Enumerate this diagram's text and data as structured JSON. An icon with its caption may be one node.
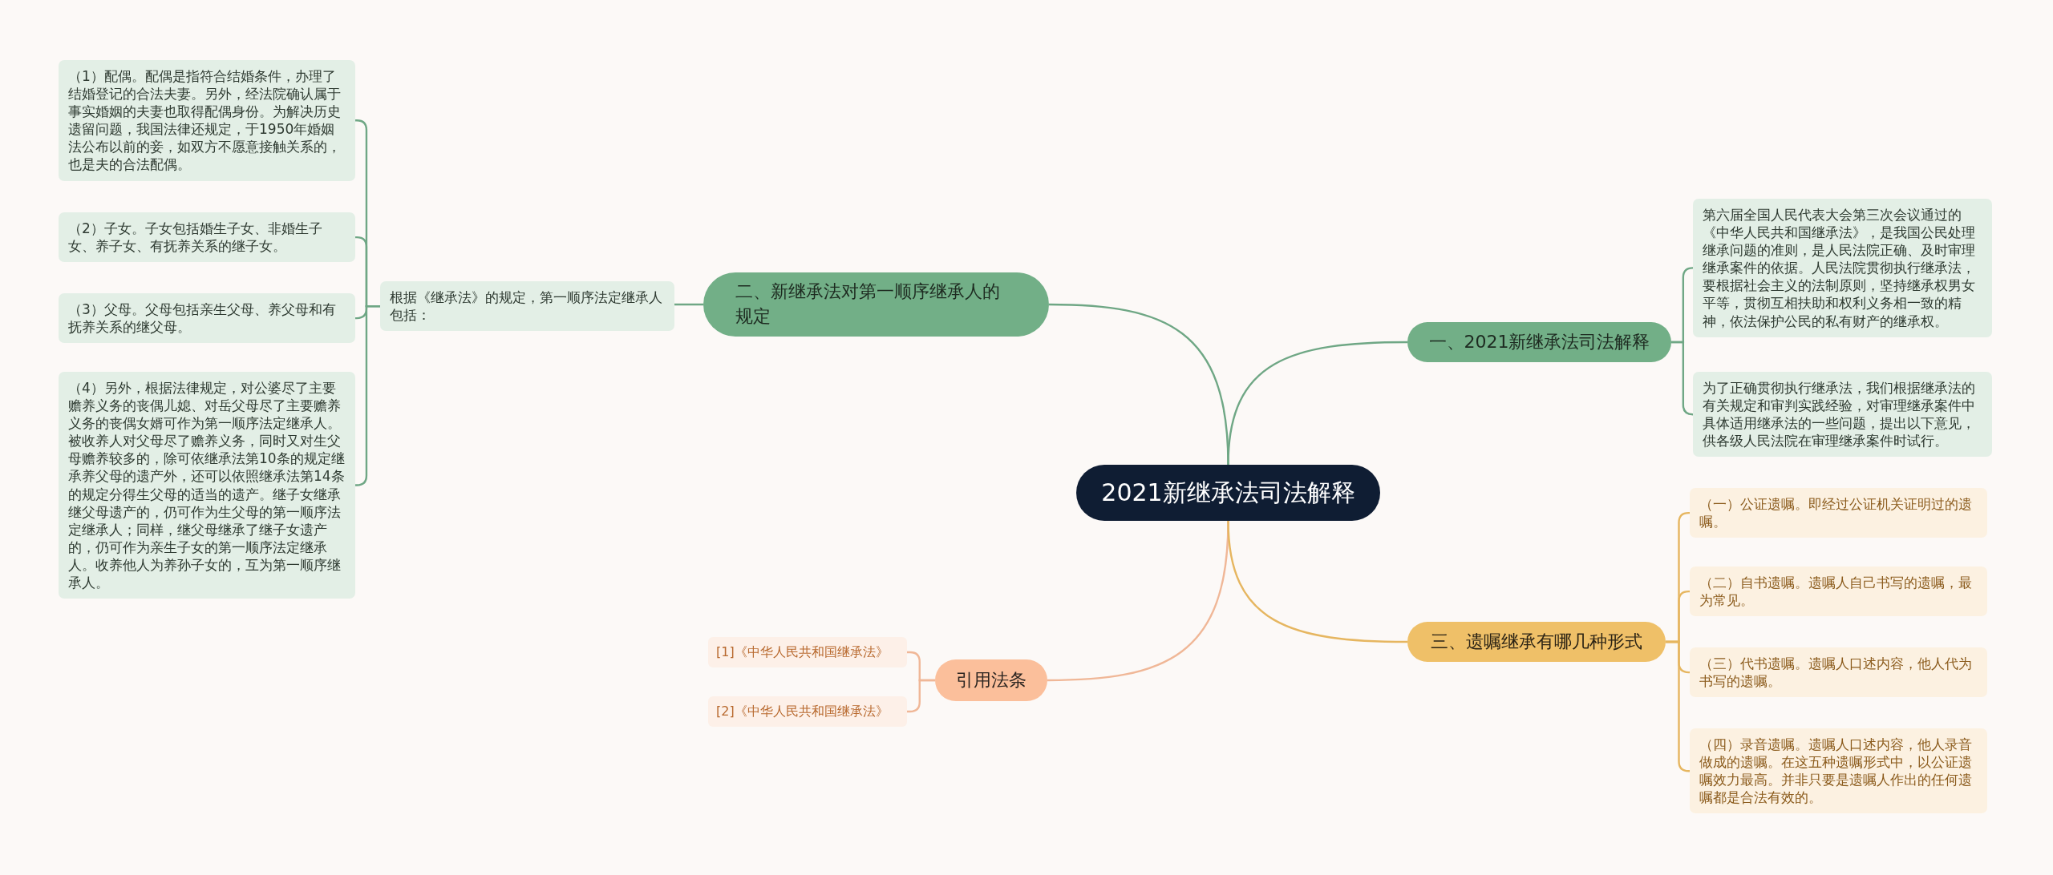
{
  "diagram": {
    "nodes": [
      {
        "text": [
          "2021新继承法司法解释"
        ]
      },
      {
        "text": [
          "二、新继承法对第一顺序继承人的规定"
        ]
      },
      {
        "text": [
          "根据《继承法》的规定，第一顺序法定继承人包括："
        ]
      },
      {
        "text": [
          "（1）配偶。配偶是指符合结婚条件，办理了结婚登记的合法夫妻。另外，经法院确认属于事实婚姻的夫妻也取得配偶身份。为解决历史遗留问题，我国法律还规定，于1950年婚姻法公布以前的妾，如双方不愿意接触关系的，也是夫的合法配偶。"
        ]
      },
      {
        "text": [
          "（2）子女。子女包括婚生子女、非婚生子女、养子女、有抚养关系的继子女。"
        ]
      },
      {
        "text": [
          "（3）父母。父母包括亲生父母、养父母和有抚养关系的继父母。"
        ]
      },
      {
        "text": [
          "（4）另外，根据法律规定，对公婆尽了主要赡养义务的丧偶儿媳、对岳父母尽了主要赡养义务的丧偶女婿可作为第一顺序法定继承人。被收养人对父母尽了赡养义务，同时又对生父母赡养较多的，除可依继承法第10条的规定继承养父母的遗产外，还可以依照继承法第14条的规定分得生父母的适当的遗产。继子女继承继父母遗产的，仍可作为生父母的第一顺序法定继承人；同样，继父母继承了继子女遗产的，仍可作为亲生子女的第一顺序法定继承人。收养他人为养孙子女的，互为第一顺序继承人。"
        ]
      },
      {
        "text": [
          "引用法条"
        ]
      },
      {
        "text": [
          "[1]《中华人民共和国继承法》"
        ]
      },
      {
        "text": [
          "[2]《中华人民共和国继承法》"
        ]
      },
      {
        "text": [
          "一、2021新继承法司法解释"
        ]
      },
      {
        "text": [
          "第六届全国人民代表大会第三次会议通过的《中华人民共和国继承法》，是我国公民处理继承问题的准则，是人民法院正确、及时审理继承案件的依据。人民法院贯彻执行继承法，要根据社会主义的法制原则，坚持继承权男女平等，贯彻互相扶助和权利义务相一致的精神，依法保护公民的私有财产的继承权。"
        ]
      },
      {
        "text": [
          "为了正确贯彻执行继承法，我们根据继承法的有关规定和审判实践经验，对审理继承案件中具体适用继承法的一些问题，提出以下意见，供各级人民法院在审理继承案件时试行。"
        ]
      },
      {
        "text": [
          "三、遗嘱继承有哪几种形式"
        ]
      },
      {
        "text": [
          "（一）公证遗嘱。即经过公证机关证明过的遗嘱。"
        ]
      },
      {
        "text": [
          "（二）自书遗嘱。遗嘱人自己书写的遗嘱，最为常见。"
        ]
      },
      {
        "text": [
          "（三）代书遗嘱。遗嘱人口述内容，他人代为书写的遗嘱。"
        ]
      },
      {
        "text": [
          "（四）录音遗嘱。遗嘱人口述内容，他人录音做成的遗嘱。在这五种遗嘱形式中，以公证遗嘱效力最高。并非只要是遗嘱人作出的任何遗嘱都是合法有效的。"
        ]
      }
    ],
    "edges": [
      {
        "from": 0,
        "to": 1,
        "arrow": "none"
      },
      {
        "from": 1,
        "to": 2,
        "arrow": "none"
      },
      {
        "from": 2,
        "to": 3,
        "arrow": "none"
      },
      {
        "from": 2,
        "to": 4,
        "arrow": "none"
      },
      {
        "from": 2,
        "to": 5,
        "arrow": "none"
      },
      {
        "from": 2,
        "to": 6,
        "arrow": "none"
      },
      {
        "from": 0,
        "to": 7,
        "arrow": "none",
        "color": "#f0b797"
      },
      {
        "from": 7,
        "to": 8,
        "arrow": "none",
        "color": "#f0b797"
      },
      {
        "from": 7,
        "to": 9,
        "arrow": "none",
        "color": "#f0b797"
      },
      {
        "from": 0,
        "to": 10,
        "arrow": "none"
      },
      {
        "from": 10,
        "to": 11,
        "arrow": "none"
      },
      {
        "from": 10,
        "to": 12,
        "arrow": "none"
      },
      {
        "from": 0,
        "to": 13,
        "arrow": "none",
        "color": "#e6b660"
      },
      {
        "from": 13,
        "to": 14,
        "arrow": "none",
        "color": "#e6b660"
      },
      {
        "from": 13,
        "to": 15,
        "arrow": "none",
        "color": "#e6b660"
      },
      {
        "from": 13,
        "to": 16,
        "arrow": "none",
        "color": "#e6b660"
      },
      {
        "from": 13,
        "to": 17,
        "arrow": "none",
        "color": "#e6b660"
      }
    ]
  }
}
